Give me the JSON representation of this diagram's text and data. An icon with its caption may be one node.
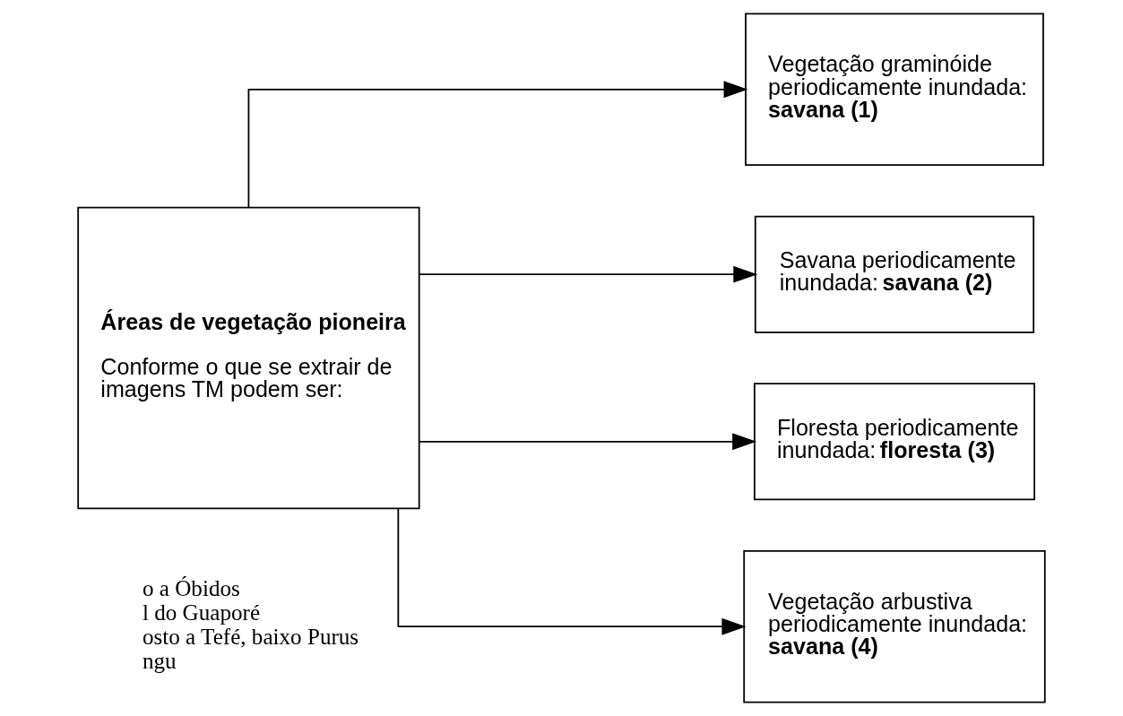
{
  "diagram": {
    "nodes": [
      {
        "text": [
          "Áreas de vegetação pioneira",
          "Conforme o que se extrair de imagens TM podem ser:"
        ]
      },
      {
        "text": [
          "Vegetação graminóide periodicamente inundada: **savana (1)**"
        ]
      },
      {
        "text": [
          "Savana periodicamente inundada: **savana (2)**"
        ]
      },
      {
        "text": [
          "Floresta periodicamente inundada: **floresta (3)**"
        ]
      },
      {
        "text": [
          "Vegetação arbustiva periodicamente inundada: **savana (4)**"
        ]
      }
    ],
    "edges": [
      {
        "from": 0,
        "to": 1,
        "arrow": "to"
      },
      {
        "from": 0,
        "to": 2,
        "arrow": "to"
      },
      {
        "from": 0,
        "to": 3,
        "arrow": "to"
      },
      {
        "from": 0,
        "to": 4,
        "arrow": "to"
      }
    ],
    "labels": [
      "o a Óbidos",
      "l do Guaporé",
      "osto a Tefé, baixo Purus",
      "ngu"
    ]
  }
}
